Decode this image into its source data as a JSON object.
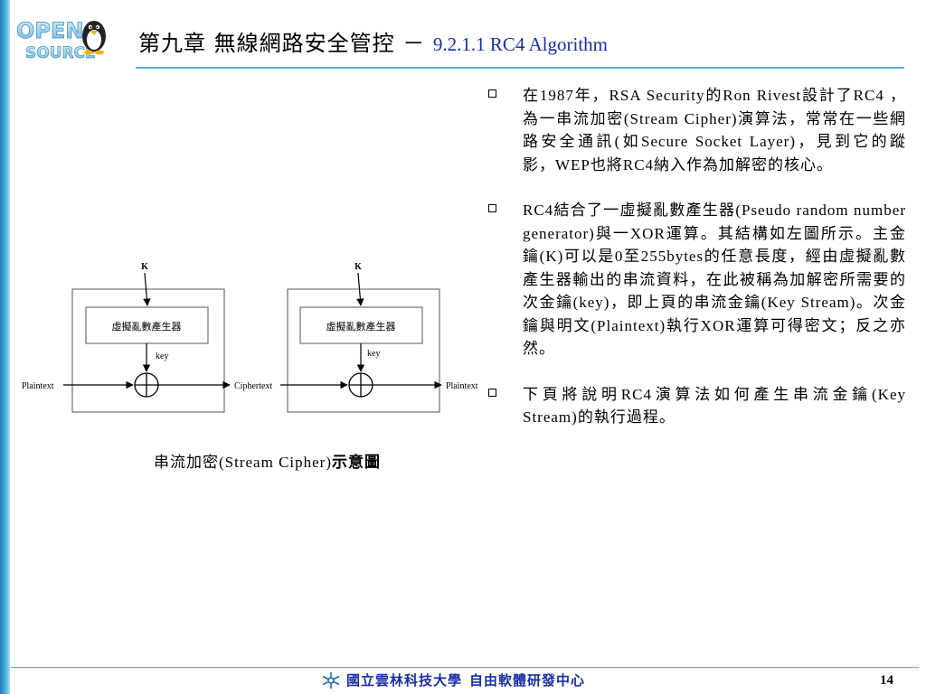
{
  "slide": {
    "title_main": "第九章 無線網路安全管控 －",
    "title_sub": "9.2.1.1 RC4 Algorithm",
    "page_number": "14"
  },
  "logo": {
    "line1": "OPEN",
    "line2": "SOURCE"
  },
  "bullets": [
    "在1987年，RSA Security的Ron Rivest設計了RC4 ，為一串流加密(Stream Cipher)演算法，常常在一些網路安全通訊(如Secure Socket Layer)，見到它的蹤影，WEP也將RC4納入作為加解密的核心。",
    "RC4結合了一虛擬亂數產生器(Pseudo random number generator)與一XOR運算。其結構如左圖所示。主金鑰(K)可以是0至255bytes的任意長度，經由虛擬亂數產生器輸出的串流資料，在此被稱為加解密所需要的次金鑰(key)，即上頁的串流金鑰(Key Stream)。次金鑰與明文(Plaintext)執行XOR運算可得密文；反之亦然。",
    "下頁將說明RC4演算法如何產生串流金鑰(Key Stream)的執行過程。"
  ],
  "diagram": {
    "k_label": "K",
    "prng_label": "虛擬亂數產生器",
    "key_label": "key",
    "plaintext_in": "Plaintext",
    "ciphertext": "Ciphertext",
    "plaintext_out": "Plaintext"
  },
  "caption": {
    "normal": "串流加密(Stream Cipher)",
    "bold": "示意圖"
  },
  "footer": {
    "school": "國立雲林科技大學",
    "center": "自由軟體研發中心"
  },
  "colors": {
    "accent": "#4fb3e0",
    "title_sub": "#1a2ea8",
    "footer_text": "#1a2ea8"
  }
}
